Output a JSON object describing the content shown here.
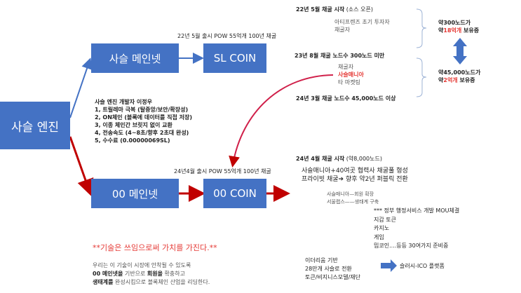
{
  "boxes": {
    "engine": "사슬 엔진",
    "mainnet1": "사슬 메인넷",
    "coin1": "SL COIN",
    "mainnet2": "00 메인넷",
    "coin2": "00 COIN"
  },
  "labels": {
    "mainnet1_release": "22년 5월 출시 POW 55억개 100년 채굴",
    "mainnet2_release": "24년4월 출시 POW 55억개 100년 채굴"
  },
  "features": {
    "title": "사슬 엔진 개발자 이정우",
    "items": [
      "1, 트릴레마 극복 (탈중앙/보안/확장성)",
      "2, ON체인 (블록에 데이터를 직접 저장)",
      "3, 이종 체인간 브릿지 없이 교환",
      "4, 전송속도 (4~8초/향후 2초대 완성)",
      "5, 수수료 (0.00000069SL)"
    ]
  },
  "timeline": {
    "t1_bold": "22년 5월  채굴 시작",
    "t1_note": " (소스 오픈)",
    "t1_sub": [
      "아티프렌즈 초기 투자자",
      "채굴자"
    ],
    "t2": "23년 8월  채굴 노드수 300노드 미만",
    "t2_sub": [
      "채굴자",
      "사슬매니아",
      "타 마켓팅"
    ],
    "t3": "24년 3월  채굴 노드수 45,000노드 이상",
    "holding1_line1": "약300노드가",
    "holding1_pre": "약",
    "holding1_red": "18억개",
    "holding1_post": " 보유중",
    "holding2_line1": "약45,000노드가",
    "holding2_pre": "약",
    "holding2_red": "2억개",
    "holding2_post": " 보유중"
  },
  "mining2024": {
    "title_bold": "24년 4월  채굴 시작",
    "title_note": " (약8,000노드)",
    "lines": [
      "사슬매니아+40여곳 협력사 채굴풀 형성",
      "프라이빗 채굴➔ 향후 약2년 퍼블릭 전환"
    ],
    "expansion": [
      "사슬매니아—회원 확장",
      "서울랩스——생태계 구축"
    ],
    "services": [
      "*** 정부 행정서비스 개발 MOU체결",
      "지갑 토큰",
      "카지노",
      "게임",
      "밈코인....등등 30여가지 준비중"
    ],
    "ethereum": [
      "이더리움 기반",
      "28만개  사슬로 전환",
      "토큰/비지니스모델/재단"
    ],
    "ico": "슬러시-ICO 플랫폼"
  },
  "motto": "**기술은 쓰임으로써 가치를 가진다.**",
  "closing": {
    "line1": "우리는 이 기술이 시장에 안착될 수 있도록",
    "line2_b1": "00 메인넷을",
    "line2_m": " 기반으로 ",
    "line2_b2": "회원을",
    "line2_e": " 확충하고",
    "line3_b": "생태계를",
    "line3_e": " 완성시킴으로 블록체인 산업을 리딩한다."
  },
  "colors": {
    "box": "#4472C4",
    "red": "#e53935",
    "curve": "#d0204a"
  }
}
